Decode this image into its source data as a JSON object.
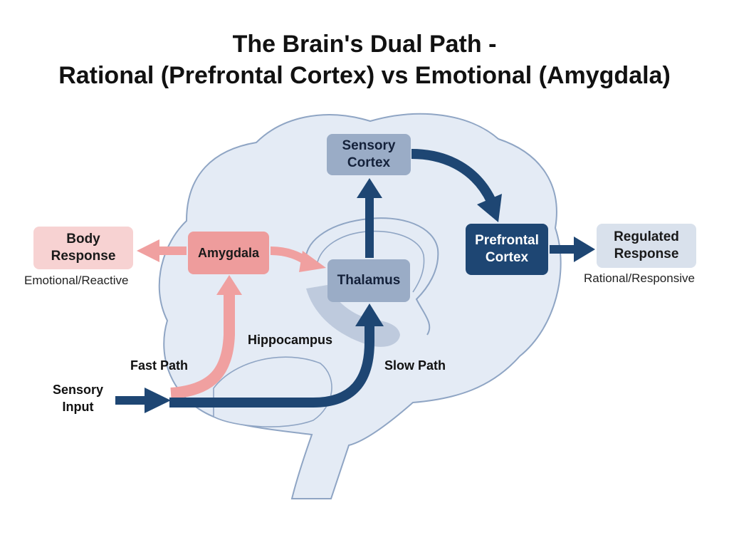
{
  "title": {
    "line1": "The Brain's Dual Path -",
    "line2": "Rational (Prefrontal Cortex) vs Emotional (Amygdala)"
  },
  "nodes": {
    "body_response": "Body\nResponse",
    "amygdala": "Amygdala",
    "sensory_cortex": "Sensory\nCortex",
    "thalamus": "Thalamus",
    "prefrontal_cortex": "Prefrontal\nCortex",
    "regulated_response": "Regulated\nResponse"
  },
  "captions": {
    "emotional": "Emotional/Reactive",
    "rational": "Rational/Responsive"
  },
  "labels": {
    "hippocampus": "Hippocampus",
    "fast_path": "Fast Path",
    "slow_path": "Slow Path",
    "sensory_input": "Sensory\nInput"
  },
  "colors": {
    "brain_fill": "#e4ebf5",
    "brain_stroke": "#8fa5c4",
    "emotional_arrow": "#f0a0a0",
    "rational_arrow": "#1e4673",
    "hippocampus_fill": "#b7c4d8"
  }
}
